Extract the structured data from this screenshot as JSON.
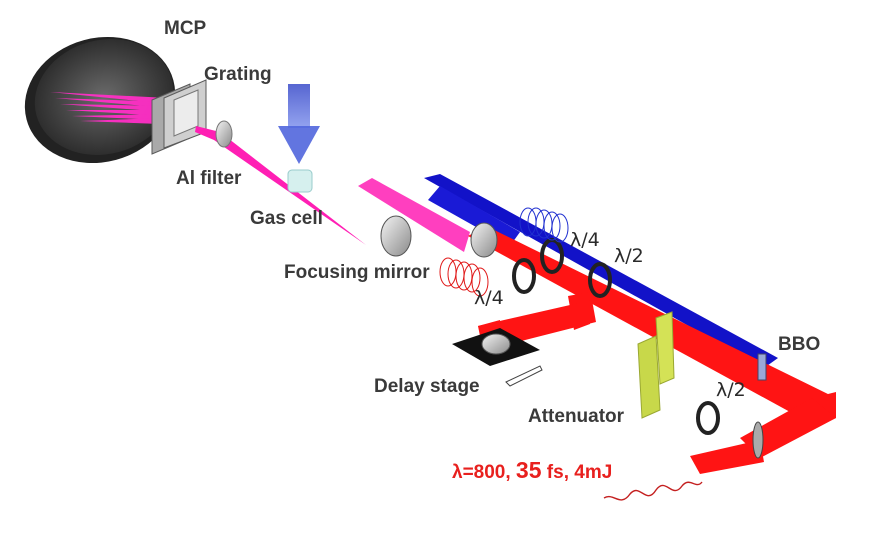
{
  "labels": {
    "mcp": "MCP",
    "grating": "Grating",
    "al_filter": "Al filter",
    "gas_cell": "Gas cell",
    "focusing_mirror": "Focusing mirror",
    "delay_stage": "Delay stage",
    "attenuator": "Attenuator",
    "bbo": "BBO",
    "qwp_blue": "λ/4",
    "hwp_blue": "λ/2",
    "qwp_red": "λ/4",
    "hwp_red": "λ/2"
  },
  "laser": {
    "lambda_part": "λ=800, ",
    "duration_value": "35",
    "duration_unit": " fs, ",
    "energy": "4mJ"
  },
  "colors": {
    "red_beam": "#ff1a1a",
    "blue_beam": "#1010cc",
    "xuv_beam": "#ff1fb4",
    "laser_text": "#e8201e",
    "attenuator": "#c8d84a",
    "gas_jet": "#5a6fdc"
  }
}
